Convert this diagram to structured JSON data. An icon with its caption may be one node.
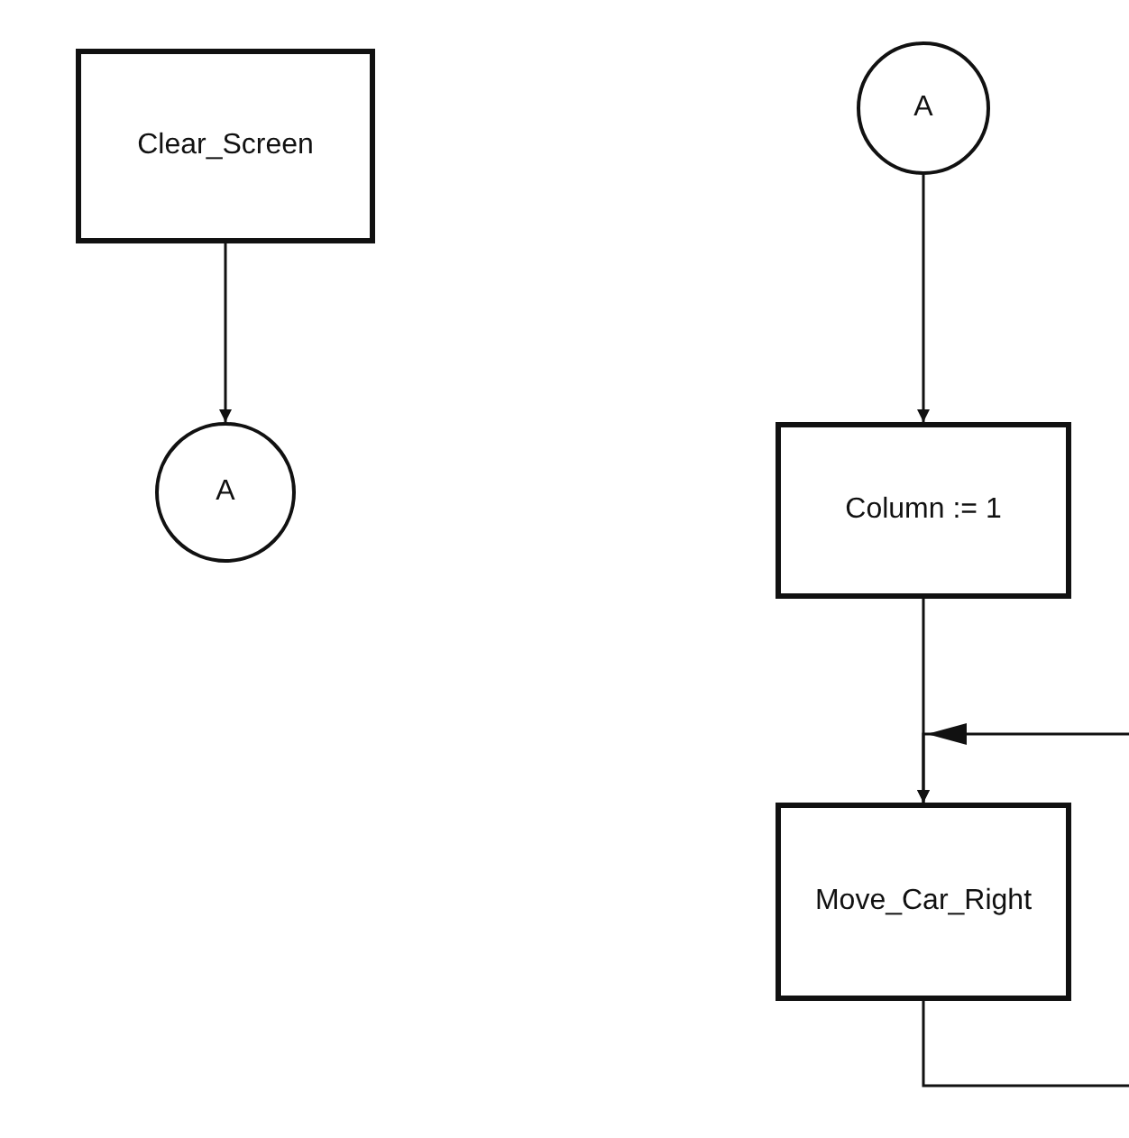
{
  "diagram": {
    "nodes": [
      {
        "text": [
          "Clear_Screen"
        ]
      },
      {
        "text": [
          "A"
        ]
      },
      {
        "text": [
          "A"
        ]
      },
      {
        "text": [
          "Column := 1"
        ]
      },
      {
        "text": [
          "Move_Car_Right"
        ]
      }
    ],
    "edges": [
      {
        "from": 0,
        "to": 1,
        "arrow": "to"
      },
      {
        "from": 2,
        "to": 3,
        "arrow": "to"
      },
      {
        "from": 3,
        "to": 4,
        "arrow": "to"
      },
      {
        "from": 4,
        "to": null,
        "arrow": "none"
      },
      {
        "from": null,
        "to": 4,
        "arrow": "to"
      }
    ]
  }
}
